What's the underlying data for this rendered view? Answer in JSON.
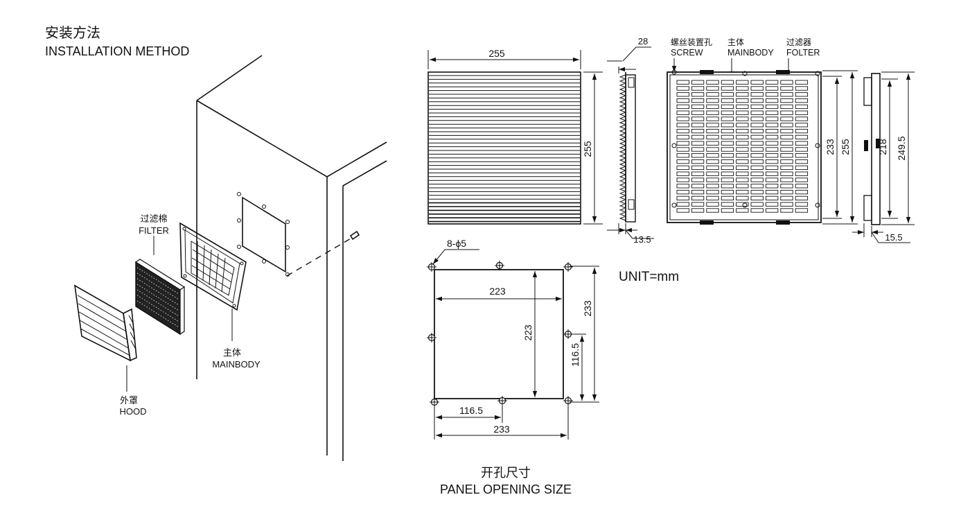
{
  "installation": {
    "title_cn": "安装方法",
    "title_en": "INSTALLATION METHOD",
    "filter_cn": "过滤棉",
    "filter_en": "FILTER",
    "mainbody_cn": "主体",
    "mainbody_en": "MAINBODY",
    "hood_cn": "外罩",
    "hood_en": "HOOD"
  },
  "front_view": {
    "width_dim": "255",
    "height_dim": "255"
  },
  "side_view": {
    "depth_top": "28",
    "depth_bottom": "13.5"
  },
  "back_view": {
    "screw_cn": "螺丝装置孔",
    "screw_en": "SCREW",
    "mainbody_cn": "主体",
    "mainbody_en": "MAINBODY",
    "filter_cn": "过滤器",
    "filter_en": "FOLTER",
    "inner_dim": "233",
    "outer_dim": "255"
  },
  "profile_view": {
    "inner_dim": "218",
    "outer_dim": "249.5",
    "depth": "15.5"
  },
  "panel_opening": {
    "hole_spec": "8-ϕ5",
    "width_inner": "223",
    "height_inner": "223",
    "height_outer": "233",
    "height_half": "116.5",
    "width_half": "116.5",
    "width_outer": "233",
    "title_cn": "开孔尺寸",
    "title_en": "PANEL OPENING SIZE"
  },
  "unit": "UNIT=mm"
}
